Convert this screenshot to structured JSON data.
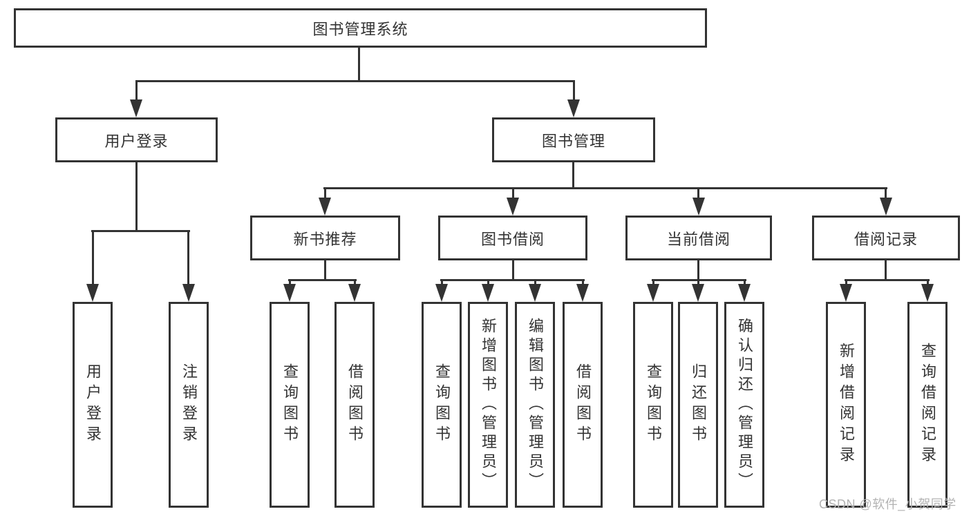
{
  "diagram": {
    "root": {
      "label": "图书管理系统"
    },
    "branches": [
      {
        "label": "用户登录",
        "leaves": [
          {
            "label": "用户登录"
          },
          {
            "label": "注销登录"
          }
        ]
      },
      {
        "label": "图书管理",
        "groups": [
          {
            "label": "新书推荐",
            "leaves": [
              {
                "label": "查询图书"
              },
              {
                "label": "借阅图书"
              }
            ]
          },
          {
            "label": "图书借阅",
            "leaves": [
              {
                "label": "查询图书"
              },
              {
                "label": "新增图书（管理员）"
              },
              {
                "label": "编辑图书（管理员）"
              },
              {
                "label": "借阅图书"
              }
            ]
          },
          {
            "label": "当前借阅",
            "leaves": [
              {
                "label": "查询图书"
              },
              {
                "label": "归还图书"
              },
              {
                "label": "确认归还（管理员）"
              }
            ]
          },
          {
            "label": "借阅记录",
            "leaves": [
              {
                "label": "新增借阅记录"
              },
              {
                "label": "查询借阅记录"
              }
            ]
          }
        ]
      }
    ]
  },
  "watermark": {
    "text": "CSDN @软件_小贺同学"
  },
  "colors": {
    "line": "#333333",
    "text": "#333333",
    "watermark": "#b3b3b3",
    "background": "#ffffff"
  }
}
